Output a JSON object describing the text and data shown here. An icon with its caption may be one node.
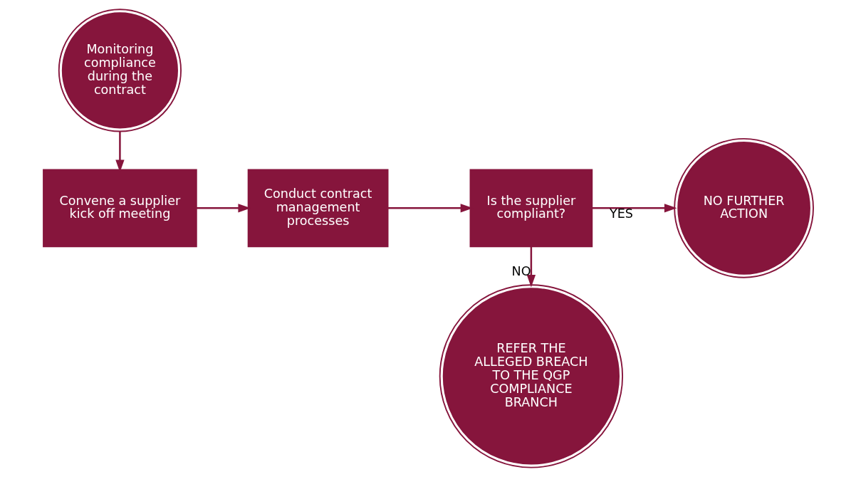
{
  "diagram": {
    "nodes": [
      {
        "text": [
          "Monitoring compliance during the contract"
        ]
      },
      {
        "text": [
          "Convene a supplier kick off meeting"
        ]
      },
      {
        "text": [
          "Conduct contract management processes"
        ]
      },
      {
        "text": [
          "Is the supplier compliant?"
        ]
      },
      {
        "text": [
          "NO FURTHER ACTION"
        ]
      },
      {
        "text": [
          "REFER THE ALLEGED BREACH TO THE QGP COMPLIANCE BRANCH"
        ]
      }
    ],
    "edges": [
      {
        "from": 0,
        "to": 1,
        "arrow": "to"
      },
      {
        "from": 1,
        "to": 2,
        "arrow": "to"
      },
      {
        "from": 2,
        "to": 3,
        "arrow": "to"
      },
      {
        "from": 3,
        "to": 4,
        "arrow": "to",
        "label": "YES"
      },
      {
        "from": 3,
        "to": 5,
        "arrow": "to",
        "label": "NO"
      }
    ]
  }
}
